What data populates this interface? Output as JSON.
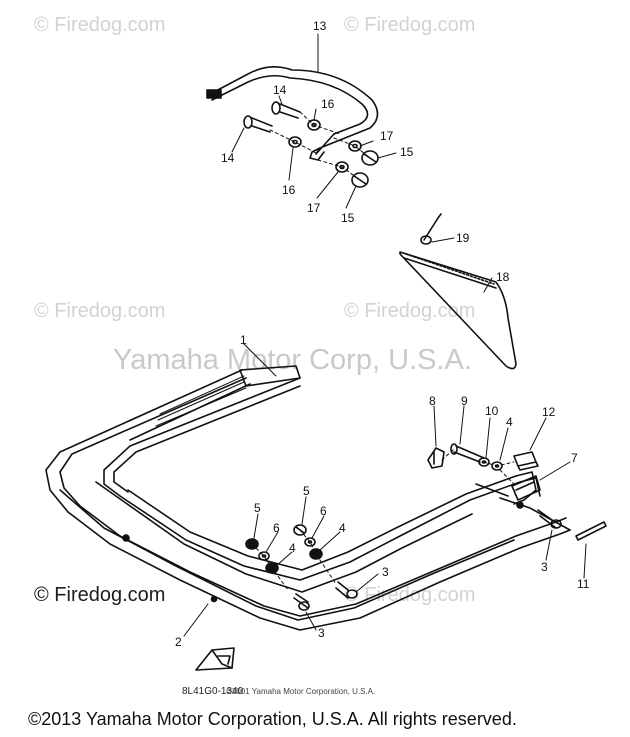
{
  "watermarks": {
    "site_label": "© Firedog.com",
    "center_label": "Yamaha Motor Corp, U.S.A."
  },
  "parts": {
    "callouts": [
      "13",
      "14",
      "16",
      "14",
      "17",
      "15",
      "16",
      "17",
      "15",
      "19",
      "18",
      "1",
      "8",
      "9",
      "10",
      "4",
      "12",
      "7",
      "5",
      "5",
      "6",
      "6",
      "4",
      "4",
      "3",
      "3",
      "3",
      "11",
      "2"
    ]
  },
  "diagram_code": "8L41G0-1340",
  "inner_copyright": "©2001 Yamaha Motor Corporation, U.S.A.",
  "footer_copyright": "©2013 Yamaha Motor Corporation, U.S.A. All rights reserved."
}
